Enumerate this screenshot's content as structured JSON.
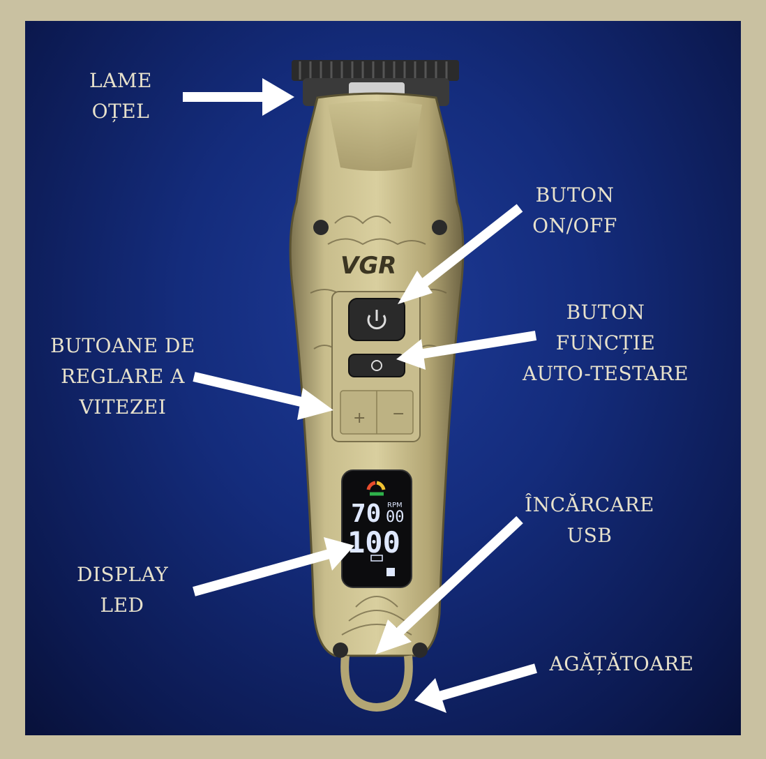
{
  "labels": {
    "blades": [
      "LAME",
      "OȚEL"
    ],
    "power_button": [
      "BUTON",
      "ON/OFF"
    ],
    "function_button": [
      "BUTON",
      "FUNCȚIE",
      "AUTO-TESTARE"
    ],
    "speed_buttons": [
      "BUTOANE DE",
      "REGLARE A",
      "VITEZEI"
    ],
    "usb_charging": [
      "ÎNCĂRCARE",
      "USB"
    ],
    "led_display": [
      "DISPLAY",
      "LED"
    ],
    "hanger": [
      "AGĂȚĂTOARE"
    ]
  },
  "device": {
    "brand": "VGR",
    "display_unit": "RPM",
    "display_digits": [
      "70",
      "00",
      "100"
    ]
  },
  "colors": {
    "background_frame": "#c9c1a1",
    "background_blue": "#142c7c",
    "label_text": "#e8e2cc",
    "arrow": "#ffffff",
    "trimmer_gold": "#b9ad7a",
    "lcd_text": "#dfe8ff"
  },
  "icons": [
    "power-icon",
    "refresh-icon",
    "plus-icon",
    "minus-icon",
    "battery-icon",
    "lock-icon"
  ]
}
